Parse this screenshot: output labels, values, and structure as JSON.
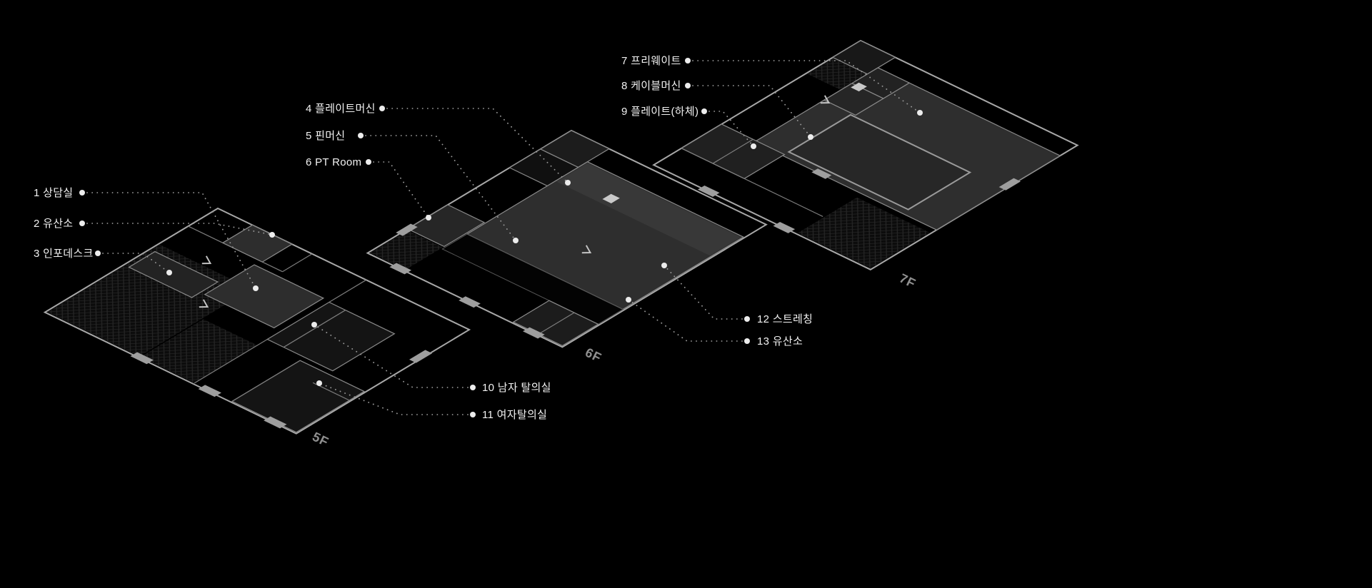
{
  "page": {
    "background": "#000000",
    "type": "isometric-floor-guide"
  },
  "floors": [
    {
      "label": "5F"
    },
    {
      "label": "6F"
    },
    {
      "label": "7F"
    }
  ],
  "legend": {
    "items": [
      {
        "num": 1,
        "text": "1 상담실"
      },
      {
        "num": 2,
        "text": "2 유산소"
      },
      {
        "num": 3,
        "text": "3 인포데스크"
      },
      {
        "num": 4,
        "text": "4 플레이트머신"
      },
      {
        "num": 5,
        "text": "5 핀머신"
      },
      {
        "num": 6,
        "text": "6 PT Room"
      },
      {
        "num": 7,
        "text": "7 프리웨이트"
      },
      {
        "num": 8,
        "text": "8 케이블머신"
      },
      {
        "num": 9,
        "text": "9 플레이트(하체)"
      },
      {
        "num": 10,
        "text": "10 남자 탈의실"
      },
      {
        "num": 11,
        "text": "11 여자탈의실"
      },
      {
        "num": 12,
        "text": "12 스트레칭"
      },
      {
        "num": 13,
        "text": "13 유산소"
      }
    ]
  },
  "colors": {
    "background": "#000000",
    "label_text": "#f2f2f2",
    "floor_label": "#8f8f8f",
    "leader_line": "#9a9a9a",
    "wall": "#a8a8a8",
    "room_fill": "#2e2e2e"
  }
}
